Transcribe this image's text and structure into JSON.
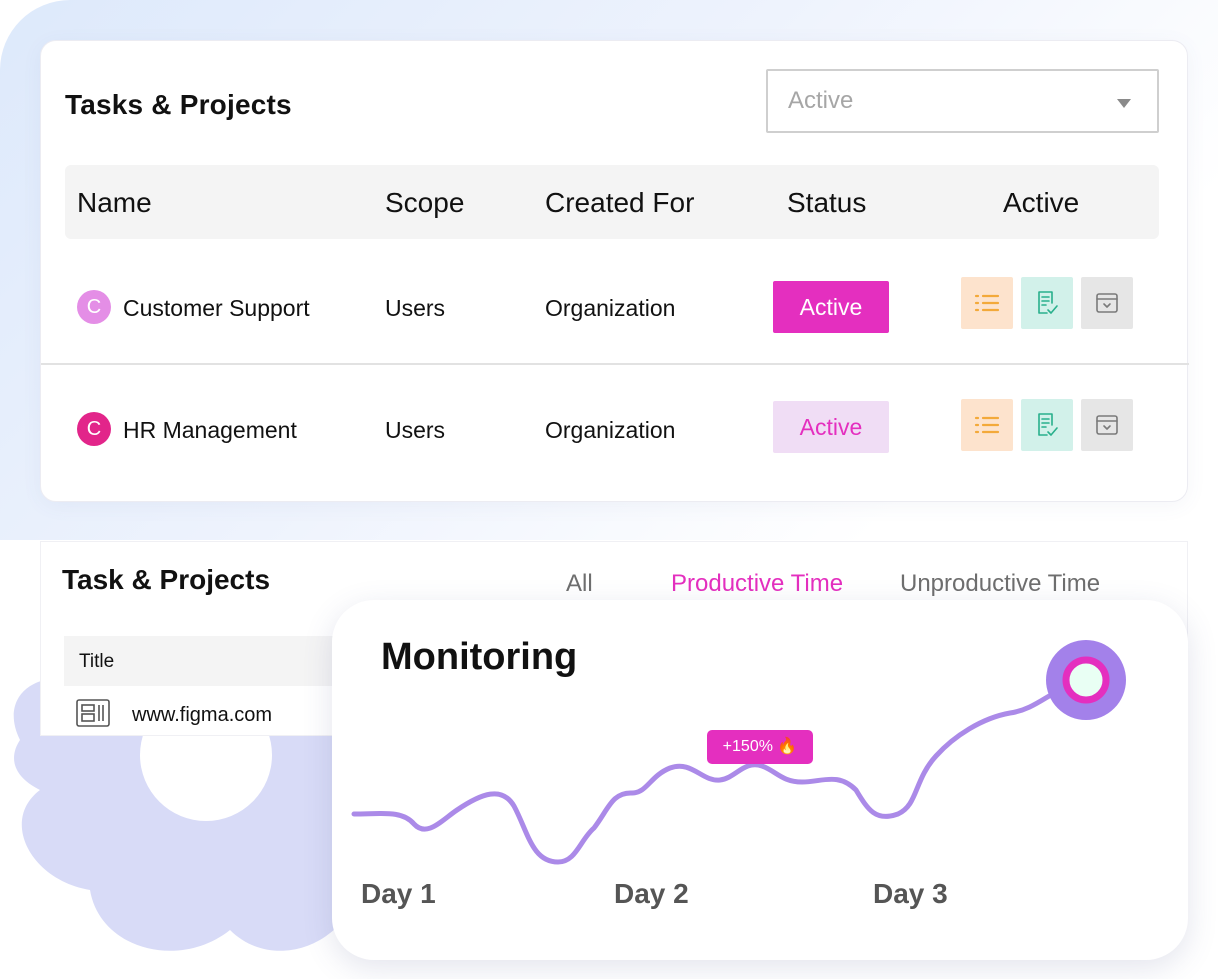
{
  "colors": {
    "accent": "#e42fbf",
    "accent_light": "#f0ddf5",
    "line": "#ab8ae8",
    "avatar_1": "#e48ee6",
    "avatar_2": "#e2258a",
    "list_btn_bg": "#fde3cd",
    "list_btn_fg": "#f3a93a",
    "doc_btn_bg": "#d2f1ea",
    "doc_btn_fg": "#29b08c",
    "archive_btn_bg": "#e6e6e6",
    "archive_btn_fg": "#7a7a7a"
  },
  "tasks_card": {
    "title": "Tasks & Projects",
    "filter": {
      "selected": "Active",
      "icon": "chevron-down-icon"
    },
    "columns": [
      "Name",
      "Scope",
      "Created For",
      "Status",
      "Active"
    ],
    "rows": [
      {
        "avatar": "C",
        "name": "Customer Support",
        "scope": "Users",
        "created_for": "Organization",
        "status": "Active",
        "status_style": "solid",
        "actions": [
          "list-icon",
          "document-check-icon",
          "archive-icon"
        ]
      },
      {
        "avatar": "C",
        "name": "HR Management",
        "scope": "Users",
        "created_for": "Organization",
        "status": "Active",
        "status_style": "light",
        "actions": [
          "list-icon",
          "document-check-icon",
          "archive-icon"
        ]
      }
    ]
  },
  "time_card": {
    "title": "Task & Projects",
    "tabs": [
      {
        "label": "All",
        "active": false
      },
      {
        "label": "Productive Time",
        "active": true
      },
      {
        "label": "Unproductive Time",
        "active": false
      }
    ],
    "column_title": "Title",
    "rows": [
      {
        "icon": "website-icon",
        "site": "www.figma.com"
      }
    ]
  },
  "monitoring": {
    "title": "Monitoring",
    "badge": "+150% 🔥",
    "days": [
      "Day 1",
      "Day 2",
      "Day 3"
    ]
  }
}
